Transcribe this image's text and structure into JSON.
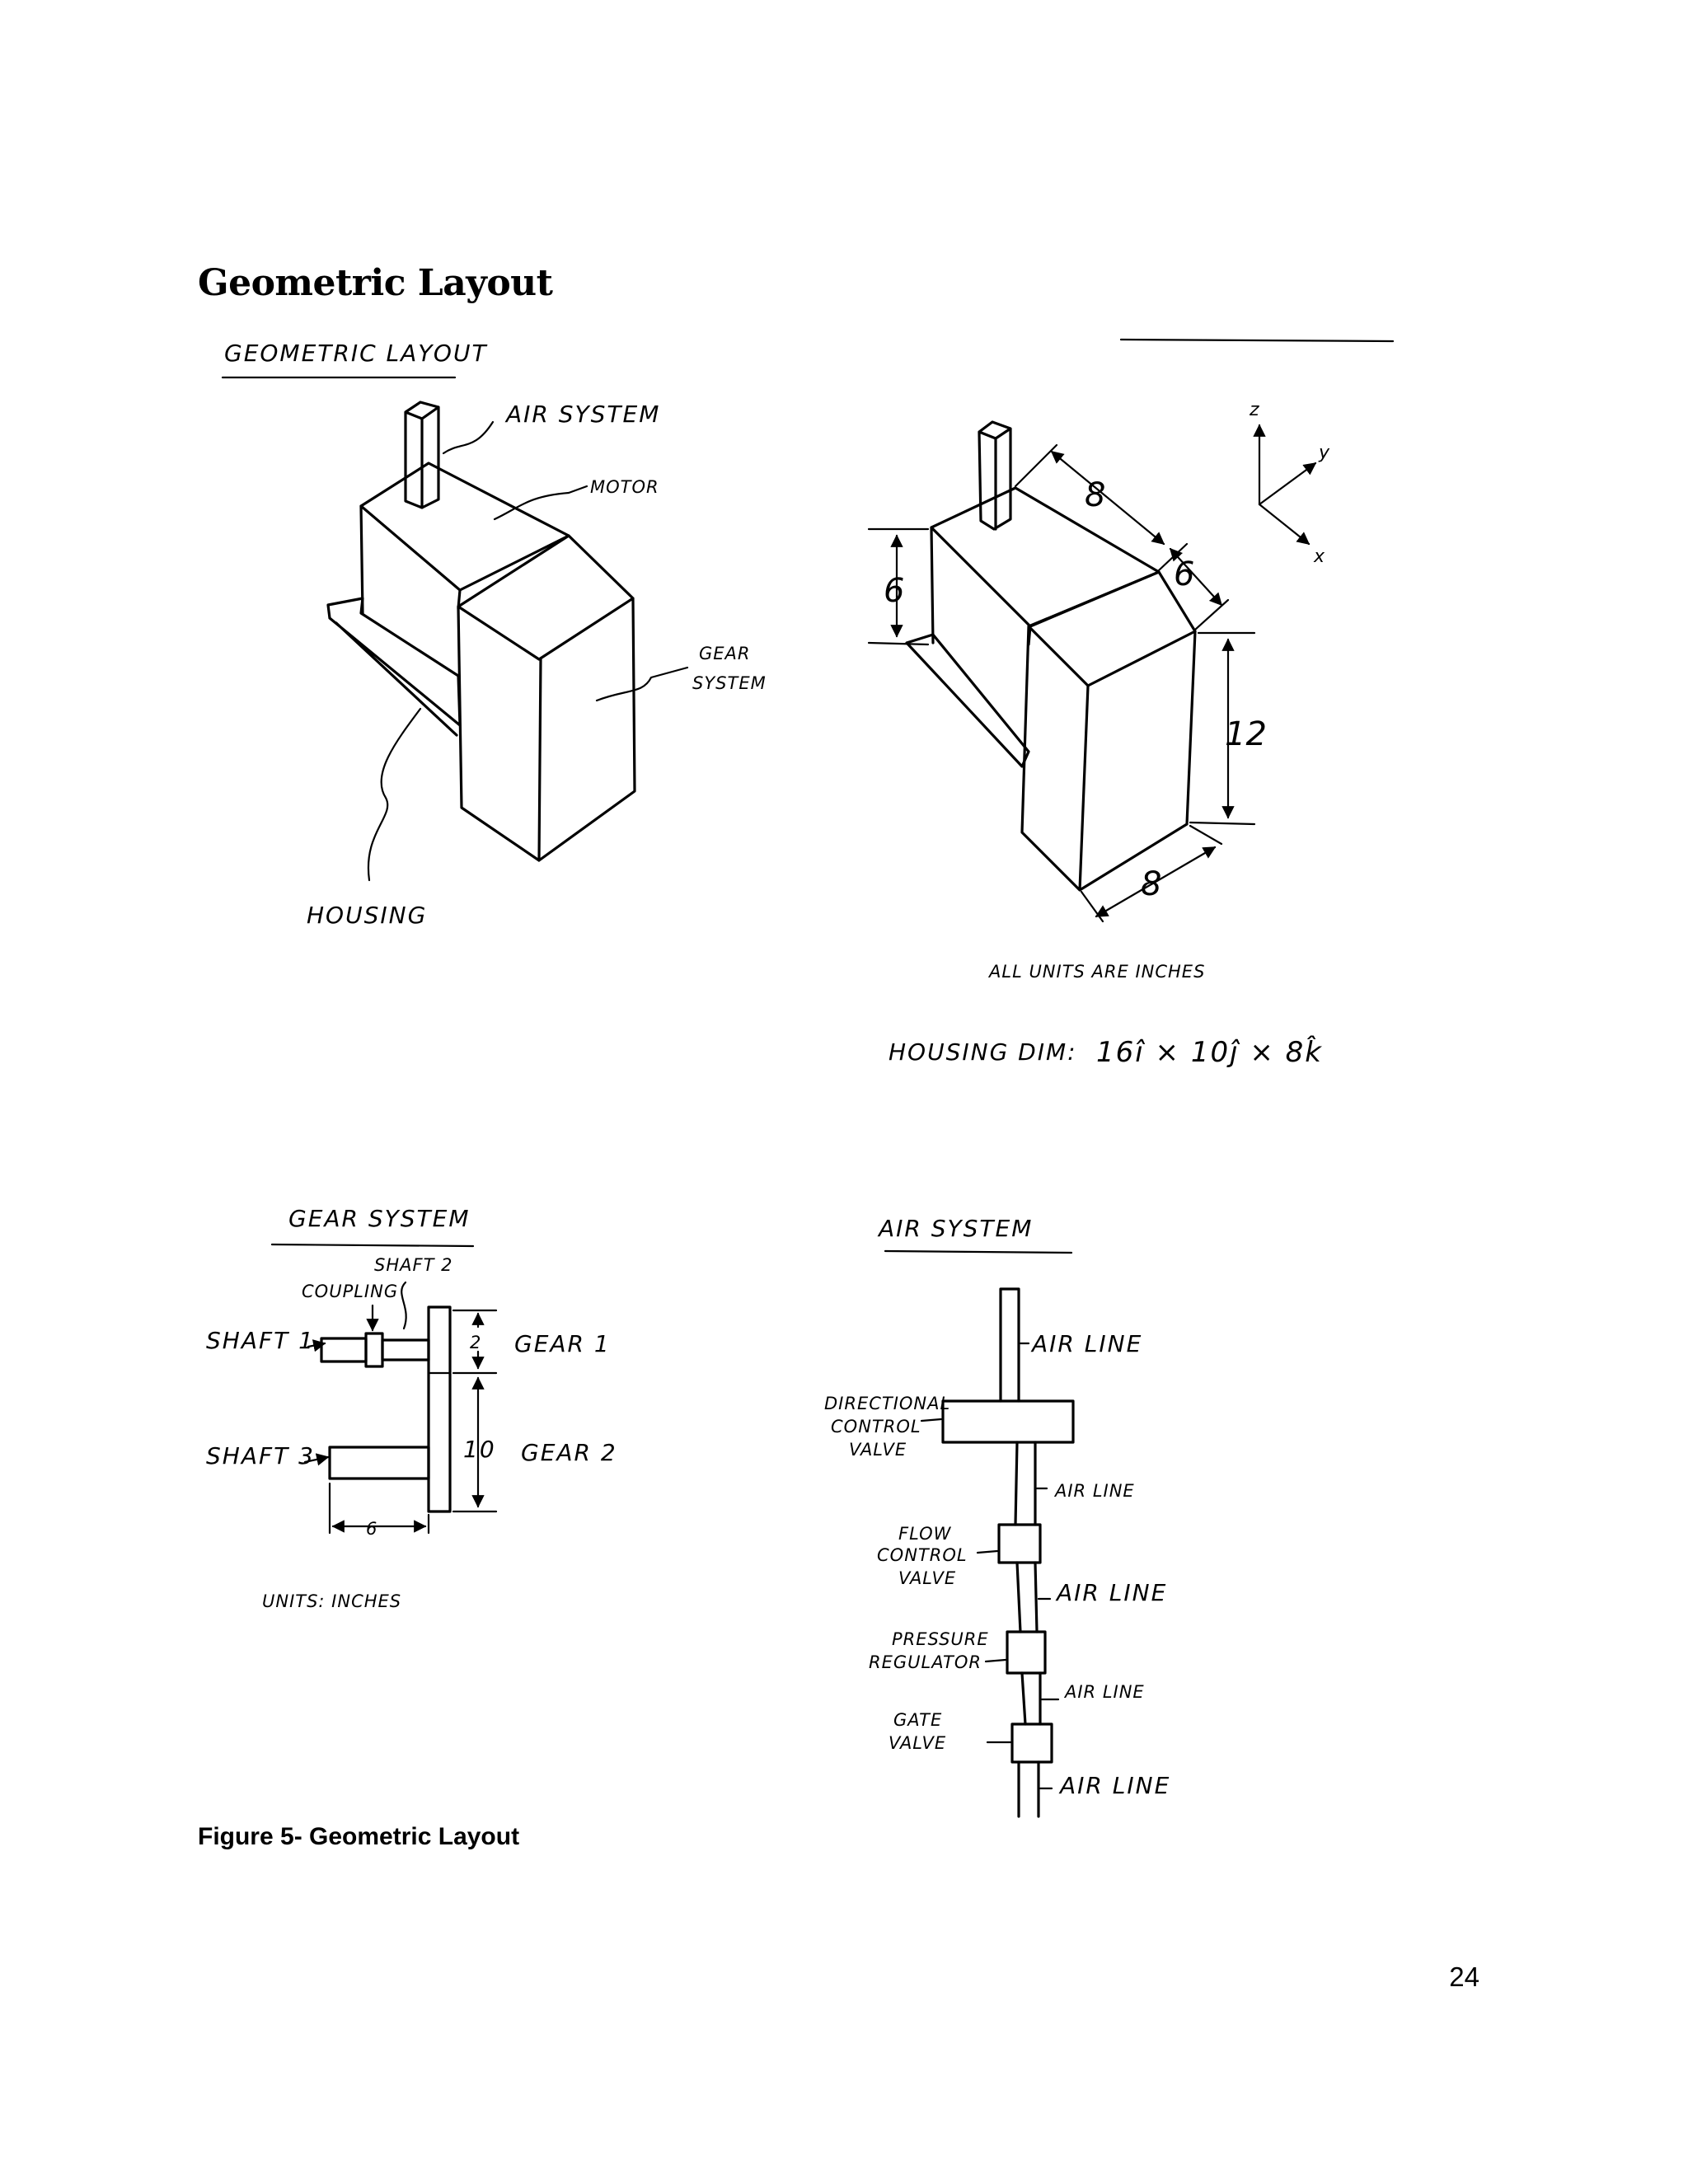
{
  "heading": "Geometric Layout",
  "figure_caption": "Figure 5- Geometric Layout",
  "page_number": "24",
  "sketch_overview": {
    "title": "GEOMETRIC LAYOUT",
    "labels": {
      "air_system": "AIR SYSTEM",
      "motor": "MOTOR",
      "gear_system": "GEAR SYSTEM",
      "gear_system_line1": "GEAR",
      "gear_system_line2": "SYSTEM",
      "housing": "HOUSING"
    }
  },
  "sketch_dimensions": {
    "dim_motor_length": "8",
    "dim_gear_length": "6",
    "dim_motor_height": "6",
    "dim_gear_height": "12",
    "dim_gear_depth": "8",
    "axis_z": "z",
    "axis_y": "y",
    "axis_x": "x",
    "units_note": "ALL UNITS ARE INCHES",
    "housing_dim_label": "HOUSING DIM:",
    "housing_dim_value": "16î × 10ĵ × 8k̂"
  },
  "sketch_gear": {
    "title": "GEAR SYSTEM",
    "shaft1": "SHAFT 1",
    "shaft2": "SHAFT 2",
    "shaft3": "SHAFT 3",
    "coupling": "COUPLING",
    "gear1": "GEAR 1",
    "gear2": "GEAR 2",
    "dim_gear1": "2",
    "dim_gear2": "10",
    "dim_shaft3": "6",
    "units": "UNITS: INCHES"
  },
  "sketch_air": {
    "title": "AIR SYSTEM",
    "air_line": "AIR LINE",
    "directional_valve": [
      "DIRECTIONAL",
      "CONTROL",
      "VALVE"
    ],
    "flow_valve": [
      "FLOW",
      "CONTROL",
      "VALVE"
    ],
    "pressure_regulator": [
      "PRESSURE",
      "REGULATOR"
    ],
    "gate_valve": [
      "GATE",
      "VALVE"
    ]
  }
}
